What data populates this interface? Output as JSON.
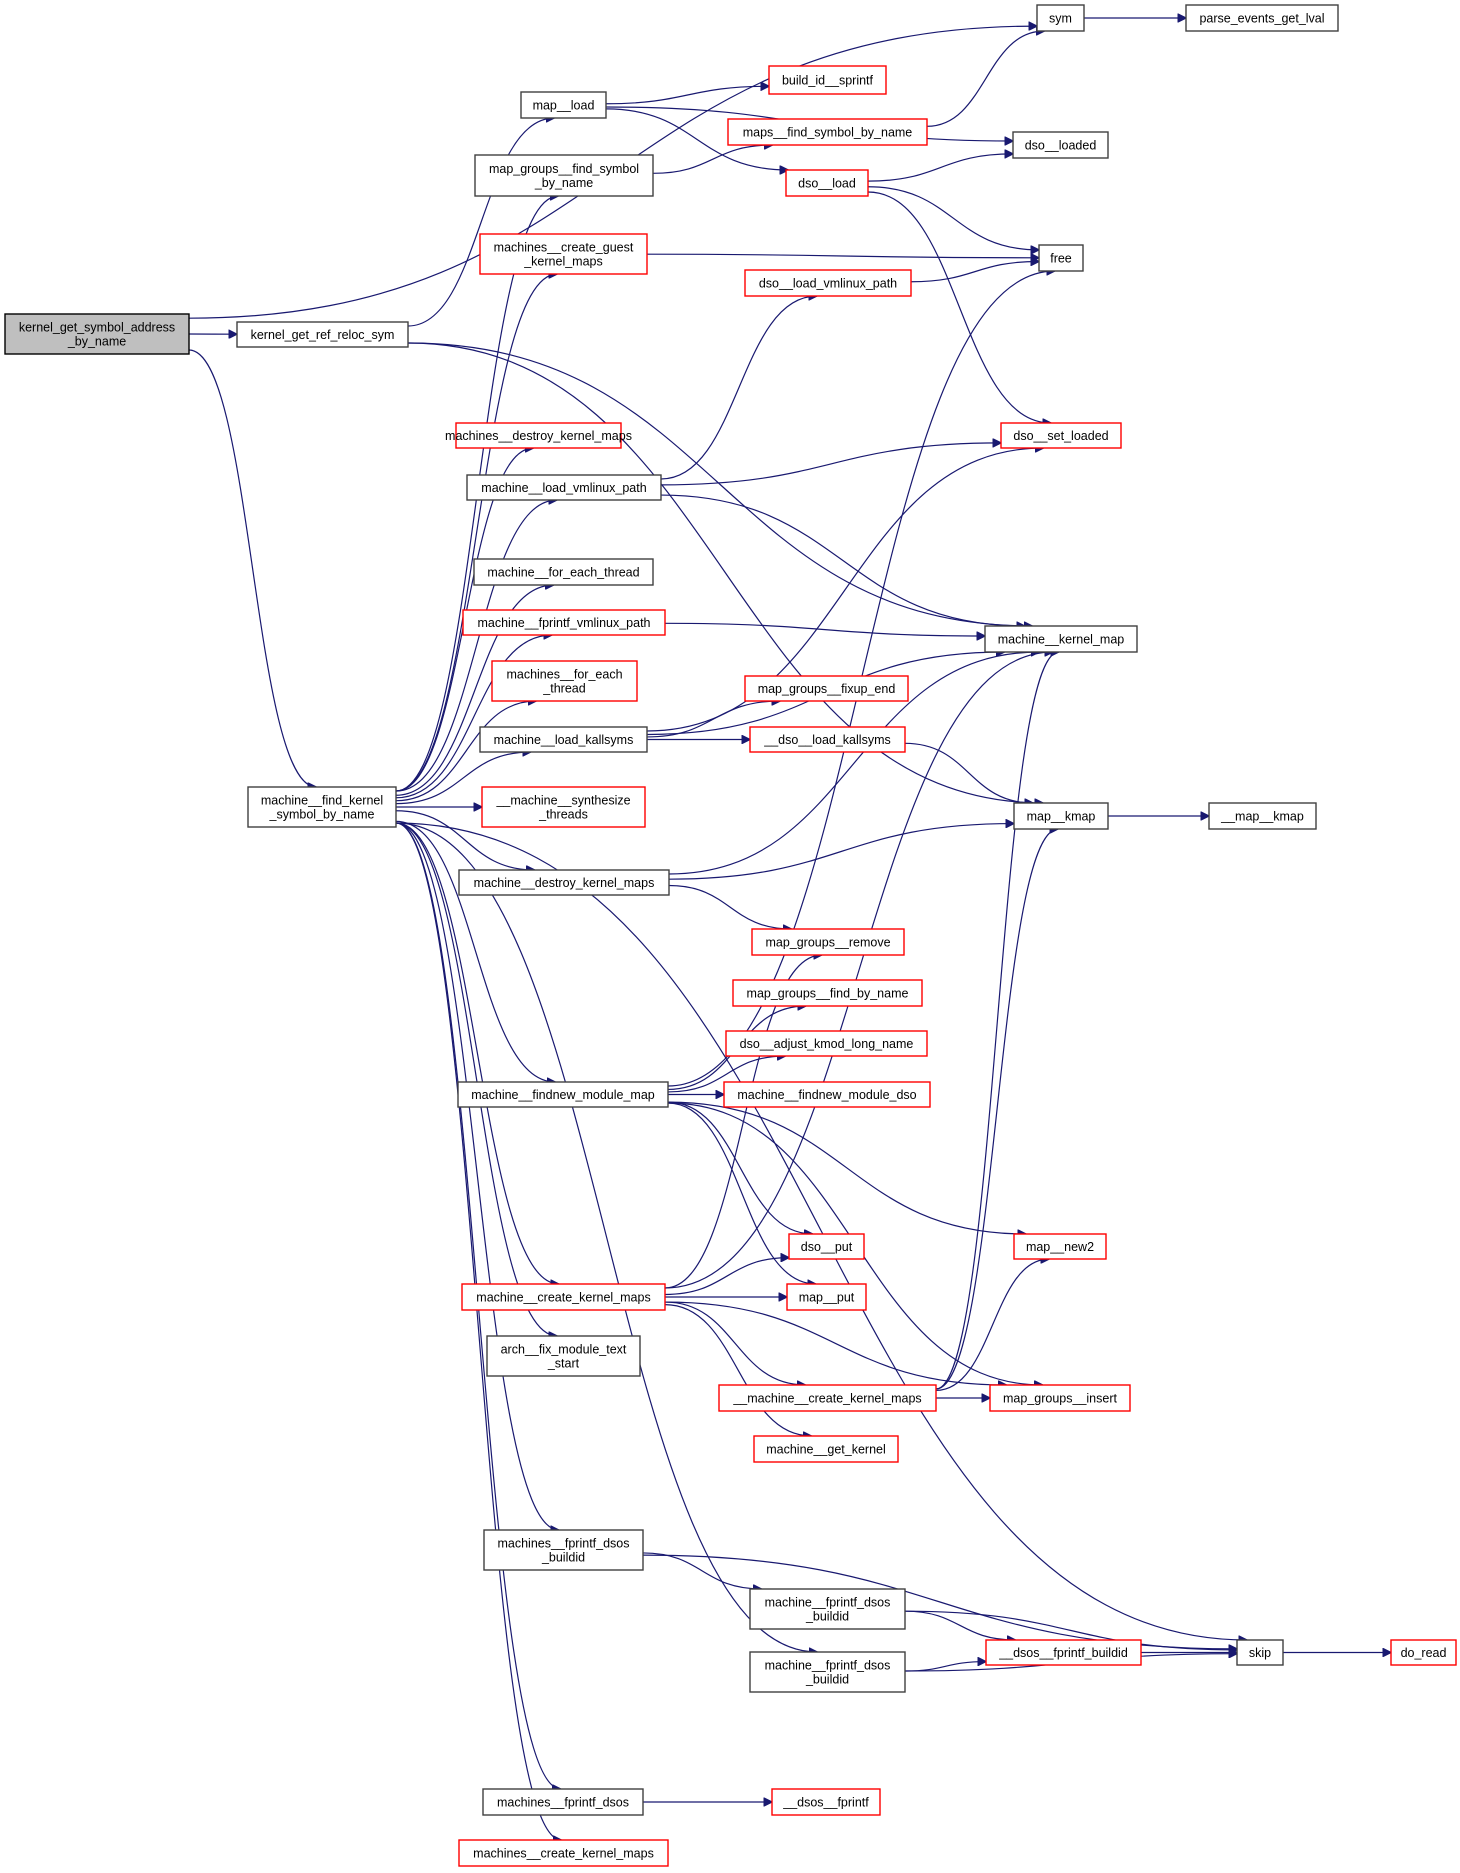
{
  "diagram": {
    "title": "Call graph for kernel_get_symbol_address_by_name",
    "colors": {
      "edge": "#191970",
      "root_fill": "#bfbfbf",
      "documented_border": "#404040",
      "undocumented_border": "#ff0000"
    },
    "nodes": [
      {
        "id": "root",
        "lines": [
          "kernel_get_symbol_address",
          "_by_name"
        ],
        "style": "root"
      },
      {
        "id": "kgrrs",
        "lines": [
          "kernel_get_ref_reloc_sym"
        ],
        "style": "black"
      },
      {
        "id": "sym",
        "lines": [
          "sym"
        ],
        "style": "black"
      },
      {
        "id": "pegl",
        "lines": [
          "parse_events_get_lval"
        ],
        "style": "black"
      },
      {
        "id": "mapload",
        "lines": [
          "map__load"
        ],
        "style": "black"
      },
      {
        "id": "bids",
        "lines": [
          "build_id__sprintf"
        ],
        "style": "red"
      },
      {
        "id": "mfsbn",
        "lines": [
          "maps__find_symbol_by_name"
        ],
        "style": "red"
      },
      {
        "id": "dsoloaded",
        "lines": [
          "dso__loaded"
        ],
        "style": "black"
      },
      {
        "id": "mgfsbn",
        "lines": [
          "map_groups__find_symbol",
          "_by_name"
        ],
        "style": "black"
      },
      {
        "id": "dsoload",
        "lines": [
          "dso__load"
        ],
        "style": "red"
      },
      {
        "id": "mcgkm",
        "lines": [
          "machines__create_guest",
          "_kernel_maps"
        ],
        "style": "red"
      },
      {
        "id": "free",
        "lines": [
          "free"
        ],
        "style": "black"
      },
      {
        "id": "dlvp",
        "lines": [
          "dso__load_vmlinux_path"
        ],
        "style": "red"
      },
      {
        "id": "msdkm",
        "lines": [
          "machines__destroy_kernel_maps"
        ],
        "style": "red"
      },
      {
        "id": "dsl",
        "lines": [
          "dso__set_loaded"
        ],
        "style": "red"
      },
      {
        "id": "mlvp",
        "lines": [
          "machine__load_vmlinux_path"
        ],
        "style": "black"
      },
      {
        "id": "mfet",
        "lines": [
          "machine__for_each_thread"
        ],
        "style": "black"
      },
      {
        "id": "mfvp",
        "lines": [
          "machine__fprintf_vmlinux_path"
        ],
        "style": "red"
      },
      {
        "id": "mkm",
        "lines": [
          "machine__kernel_map"
        ],
        "style": "black"
      },
      {
        "id": "msfet",
        "lines": [
          "machines__for_each",
          "_thread"
        ],
        "style": "red"
      },
      {
        "id": "mgfe",
        "lines": [
          "map_groups__fixup_end"
        ],
        "style": "red"
      },
      {
        "id": "mlk",
        "lines": [
          "machine__load_kallsyms"
        ],
        "style": "black"
      },
      {
        "id": "dlk",
        "lines": [
          "__dso__load_kallsyms"
        ],
        "style": "red"
      },
      {
        "id": "mfksbn",
        "lines": [
          "machine__find_kernel",
          "_symbol_by_name"
        ],
        "style": "black"
      },
      {
        "id": "mst",
        "lines": [
          "__machine__synthesize",
          "_threads"
        ],
        "style": "red"
      },
      {
        "id": "mapkmap",
        "lines": [
          "map__kmap"
        ],
        "style": "black"
      },
      {
        "id": "umapkmap",
        "lines": [
          "__map__kmap"
        ],
        "style": "black"
      },
      {
        "id": "mdkm",
        "lines": [
          "machine__destroy_kernel_maps"
        ],
        "style": "black"
      },
      {
        "id": "mgr",
        "lines": [
          "map_groups__remove"
        ],
        "style": "red"
      },
      {
        "id": "mgfbn",
        "lines": [
          "map_groups__find_by_name"
        ],
        "style": "red"
      },
      {
        "id": "dakln",
        "lines": [
          "dso__adjust_kmod_long_name"
        ],
        "style": "red"
      },
      {
        "id": "mfmm",
        "lines": [
          "machine__findnew_module_map"
        ],
        "style": "black"
      },
      {
        "id": "mfmd",
        "lines": [
          "machine__findnew_module_dso"
        ],
        "style": "red"
      },
      {
        "id": "dsoput",
        "lines": [
          "dso__put"
        ],
        "style": "red"
      },
      {
        "id": "mapnew2",
        "lines": [
          "map__new2"
        ],
        "style": "red"
      },
      {
        "id": "mckm",
        "lines": [
          "machine__create_kernel_maps"
        ],
        "style": "red"
      },
      {
        "id": "mapput",
        "lines": [
          "map__put"
        ],
        "style": "red"
      },
      {
        "id": "afmts",
        "lines": [
          "arch__fix_module_text",
          "_start"
        ],
        "style": "black"
      },
      {
        "id": "umckm",
        "lines": [
          "__machine__create_kernel_maps"
        ],
        "style": "red"
      },
      {
        "id": "mgi",
        "lines": [
          "map_groups__insert"
        ],
        "style": "red"
      },
      {
        "id": "mgk",
        "lines": [
          "machine__get_kernel"
        ],
        "style": "red"
      },
      {
        "id": "msfdb",
        "lines": [
          "machines__fprintf_dsos",
          "_buildid"
        ],
        "style": "black"
      },
      {
        "id": "mfdb1",
        "lines": [
          "machine__fprintf_dsos",
          "_buildid"
        ],
        "style": "black"
      },
      {
        "id": "dfb",
        "lines": [
          "__dsos__fprintf_buildid"
        ],
        "style": "red"
      },
      {
        "id": "skip",
        "lines": [
          "skip"
        ],
        "style": "black"
      },
      {
        "id": "doread",
        "lines": [
          "do_read"
        ],
        "style": "red"
      },
      {
        "id": "mfdb2",
        "lines": [
          "machine__fprintf_dsos",
          "_buildid"
        ],
        "style": "black"
      },
      {
        "id": "msfd",
        "lines": [
          "machines__fprintf_dsos"
        ],
        "style": "black"
      },
      {
        "id": "dsosfp",
        "lines": [
          "__dsos__fprintf"
        ],
        "style": "red"
      },
      {
        "id": "msckm",
        "lines": [
          "machines__create_kernel_maps"
        ],
        "style": "red"
      }
    ],
    "edges": [
      [
        "root",
        "kgrrs"
      ],
      [
        "root",
        "sym"
      ],
      [
        "root",
        "mfksbn"
      ],
      [
        "kgrrs",
        "mapload"
      ],
      [
        "kgrrs",
        "mkm"
      ],
      [
        "kgrrs",
        "mapkmap"
      ],
      [
        "sym",
        "pegl"
      ],
      [
        "mapload",
        "bids"
      ],
      [
        "mapload",
        "dsoloaded"
      ],
      [
        "mapload",
        "dsoload"
      ],
      [
        "mfsbn",
        "sym"
      ],
      [
        "mgfsbn",
        "mfsbn"
      ],
      [
        "dsoload",
        "dsoloaded"
      ],
      [
        "dsoload",
        "free"
      ],
      [
        "dsoload",
        "dsl"
      ],
      [
        "mcgkm",
        "free"
      ],
      [
        "dlvp",
        "free"
      ],
      [
        "mlvp",
        "dlvp"
      ],
      [
        "mlvp",
        "dsl"
      ],
      [
        "mlvp",
        "mkm"
      ],
      [
        "mfvp",
        "mkm"
      ],
      [
        "mlk",
        "mgfe"
      ],
      [
        "mlk",
        "dlk"
      ],
      [
        "mlk",
        "dsl"
      ],
      [
        "mlk",
        "mkm"
      ],
      [
        "dlk",
        "mapkmap"
      ],
      [
        "mfksbn",
        "mgfsbn"
      ],
      [
        "mfksbn",
        "mcgkm"
      ],
      [
        "mfksbn",
        "msdkm"
      ],
      [
        "mfksbn",
        "mlvp"
      ],
      [
        "mfksbn",
        "mfet"
      ],
      [
        "mfksbn",
        "mfvp"
      ],
      [
        "mfksbn",
        "msfet"
      ],
      [
        "mfksbn",
        "mlk"
      ],
      [
        "mfksbn",
        "mst"
      ],
      [
        "mfksbn",
        "mdkm"
      ],
      [
        "mfksbn",
        "mfmm"
      ],
      [
        "mfksbn",
        "mckm"
      ],
      [
        "mfksbn",
        "afmts"
      ],
      [
        "mfksbn",
        "msfdb"
      ],
      [
        "mfksbn",
        "mfdb2"
      ],
      [
        "mfksbn",
        "skip"
      ],
      [
        "mfksbn",
        "msfd"
      ],
      [
        "mfksbn",
        "msckm"
      ],
      [
        "mapkmap",
        "umapkmap"
      ],
      [
        "mdkm",
        "mkm"
      ],
      [
        "mdkm",
        "mapkmap"
      ],
      [
        "mdkm",
        "mgr"
      ],
      [
        "mfmm",
        "free"
      ],
      [
        "mfmm",
        "mgfbn"
      ],
      [
        "mfmm",
        "dakln"
      ],
      [
        "mfmm",
        "mfmd"
      ],
      [
        "mfmm",
        "dsoput"
      ],
      [
        "mfmm",
        "mapput"
      ],
      [
        "mfmm",
        "mapnew2"
      ],
      [
        "mfmm",
        "mgi"
      ],
      [
        "mckm",
        "mgr"
      ],
      [
        "mckm",
        "dsoput"
      ],
      [
        "mckm",
        "mapput"
      ],
      [
        "mckm",
        "mkm"
      ],
      [
        "mckm",
        "umckm"
      ],
      [
        "mckm",
        "mgk"
      ],
      [
        "mckm",
        "mgi"
      ],
      [
        "umckm",
        "mgi"
      ],
      [
        "umckm",
        "mapnew2"
      ],
      [
        "umckm",
        "mkm"
      ],
      [
        "umckm",
        "mapkmap"
      ],
      [
        "msfdb",
        "mfdb1"
      ],
      [
        "msfdb",
        "skip"
      ],
      [
        "mfdb1",
        "dfb"
      ],
      [
        "mfdb1",
        "skip"
      ],
      [
        "mfdb2",
        "dfb"
      ],
      [
        "mfdb2",
        "skip"
      ],
      [
        "dfb",
        "skip"
      ],
      [
        "skip",
        "doread"
      ],
      [
        "msfd",
        "dsosfp"
      ]
    ]
  }
}
